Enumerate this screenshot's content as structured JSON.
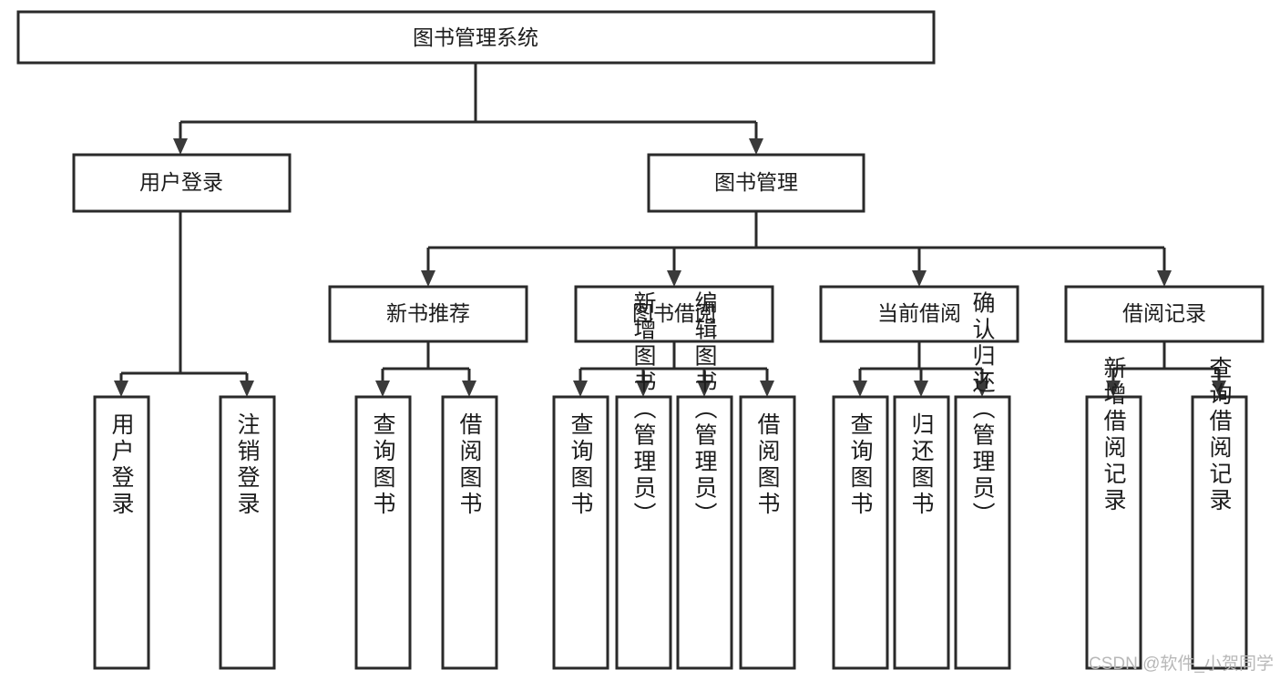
{
  "diagram": {
    "type": "tree-hierarchy-chart",
    "title": "图书管理系统",
    "orientation": "top-down",
    "colors": {
      "box_fill": "#ffffff",
      "box_stroke": "#2a2a2a",
      "text": "#1c1c1c",
      "arrow": "#3a3a3a",
      "background": "#ffffff",
      "watermark": "#b8b8b8"
    },
    "levels": {
      "root": {
        "label": "图书管理系统"
      },
      "level2": [
        {
          "label": "用户登录"
        },
        {
          "label": "图书管理"
        }
      ],
      "level3": [
        {
          "label": "新书推荐"
        },
        {
          "label": "图书借阅"
        },
        {
          "label": "当前借阅"
        },
        {
          "label": "借阅记录"
        }
      ],
      "leaves": {
        "user_login": [
          {
            "label": "用户登录"
          },
          {
            "label": "注销登录"
          }
        ],
        "new_book_recommend": [
          {
            "label": "查询图书"
          },
          {
            "label": "借阅图书"
          }
        ],
        "book_borrow": [
          {
            "label": "查询图书"
          },
          {
            "label": "新增图书（管理员）"
          },
          {
            "label": "编辑图书（管理员）"
          },
          {
            "label": "借阅图书"
          }
        ],
        "current_borrow": [
          {
            "label": "查询图书"
          },
          {
            "label": "归还图书"
          },
          {
            "label": "确认归还（管理员）"
          }
        ],
        "borrow_record": [
          {
            "label": "新增借阅记录"
          },
          {
            "label": "查询借阅记录"
          }
        ]
      }
    },
    "watermark": "CSDN @软件_小贺同学"
  }
}
